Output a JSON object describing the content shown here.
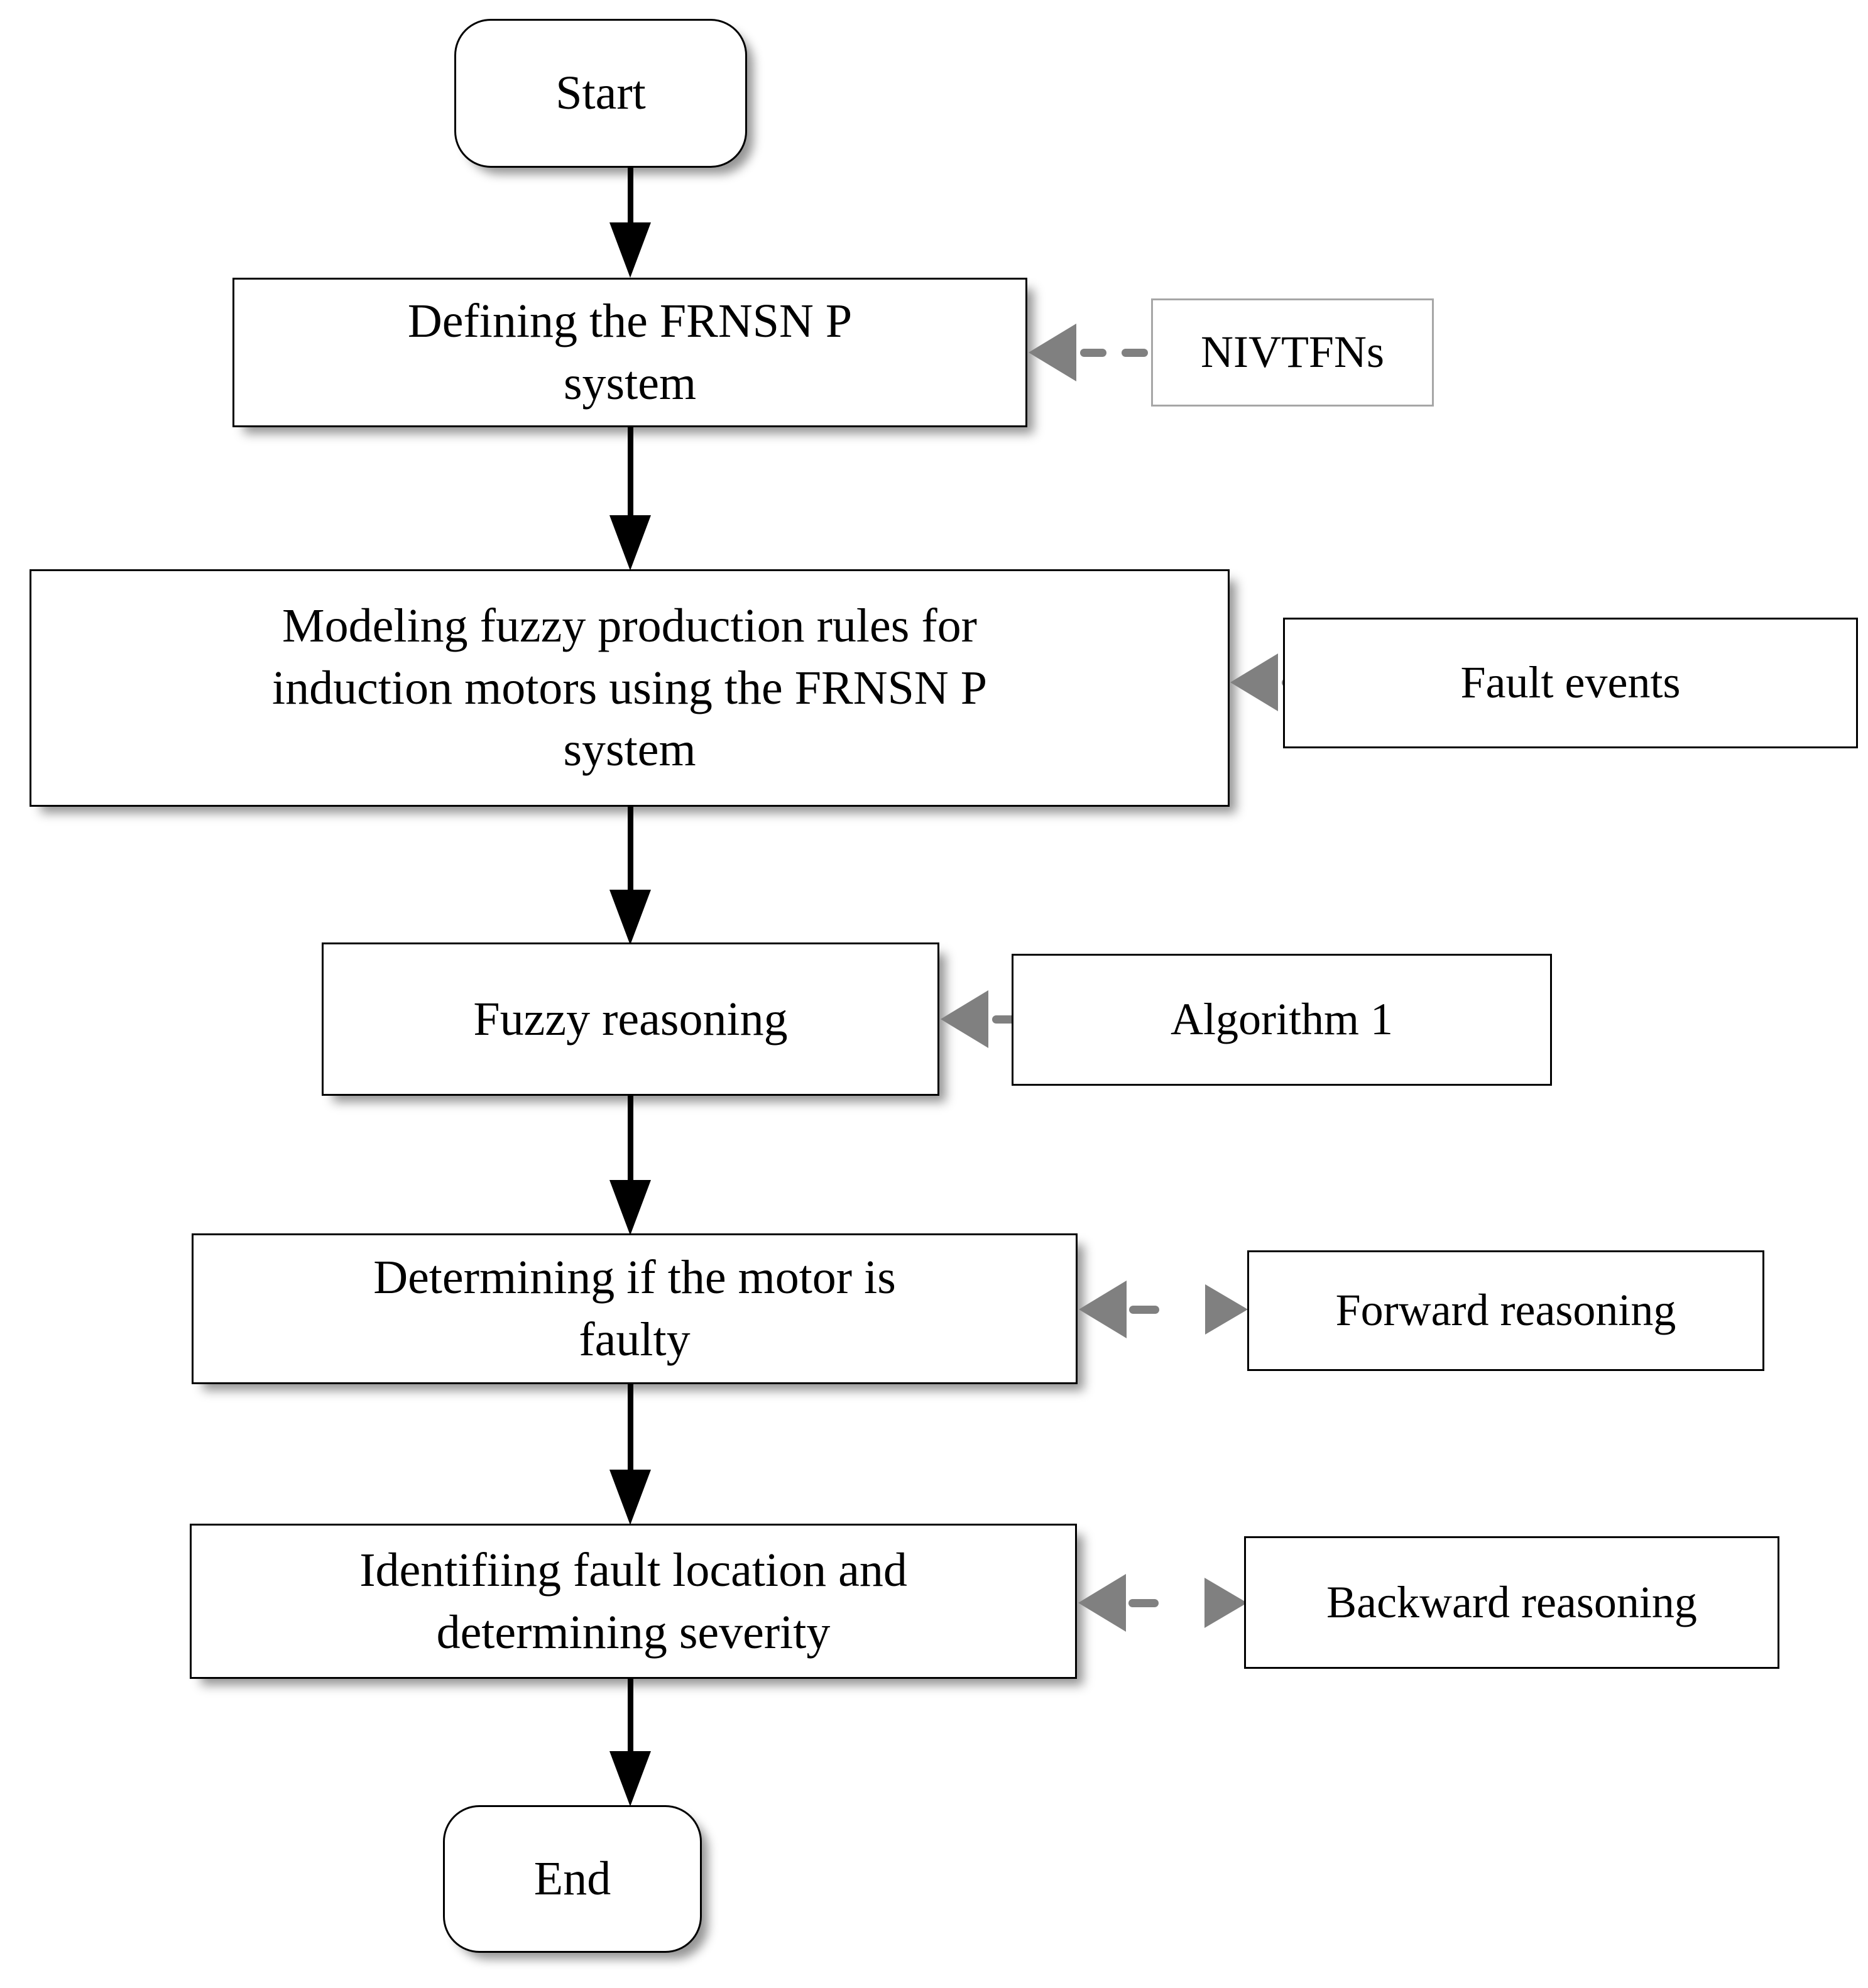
{
  "diagram": {
    "title": "FRNSN P system fault diagnosis flowchart",
    "colors": {
      "node_border": "#000000",
      "light_node_border": "#a6a6a6",
      "node_fill": "#ffffff",
      "main_arrow": "#000000",
      "side_arrow": "#808080",
      "background": "#ffffff"
    },
    "nodes": [
      {
        "id": "start",
        "shape": "terminator",
        "label": "Start"
      },
      {
        "id": "defining",
        "shape": "process",
        "label": "Defining the FRNSN P\nsystem"
      },
      {
        "id": "modeling",
        "shape": "process",
        "label": "Modeling fuzzy production rules for\ninduction motors using the FRNSN P\nsystem"
      },
      {
        "id": "fuzzy-reasoning",
        "shape": "process",
        "label": "Fuzzy reasoning"
      },
      {
        "id": "determining",
        "shape": "process",
        "label": "Determining if the motor is\nfaulty"
      },
      {
        "id": "identifying",
        "shape": "process",
        "label": "Identifiing fault location and\ndetermining severity"
      },
      {
        "id": "end",
        "shape": "terminator",
        "label": "End"
      }
    ],
    "annotations": [
      {
        "id": "nivtfns",
        "label": "NIVTFNs",
        "border": "light",
        "arrow": "single-left",
        "attached_to": "defining"
      },
      {
        "id": "fault-events",
        "label": "Fault events",
        "border": "dark",
        "arrow": "single-left",
        "attached_to": "modeling"
      },
      {
        "id": "algorithm-1",
        "label": "Algorithm 1",
        "border": "dark",
        "arrow": "single-left",
        "attached_to": "fuzzy-reasoning"
      },
      {
        "id": "forward-reasoning",
        "label": "Forward reasoning",
        "border": "dark",
        "arrow": "double",
        "attached_to": "determining"
      },
      {
        "id": "backward-reasoning",
        "label": "Backward reasoning",
        "border": "dark",
        "arrow": "double",
        "attached_to": "identifying"
      }
    ],
    "flow_edges": [
      {
        "from": "start",
        "to": "defining"
      },
      {
        "from": "defining",
        "to": "modeling"
      },
      {
        "from": "modeling",
        "to": "fuzzy-reasoning"
      },
      {
        "from": "fuzzy-reasoning",
        "to": "determining"
      },
      {
        "from": "determining",
        "to": "identifying"
      },
      {
        "from": "identifying",
        "to": "end"
      }
    ]
  }
}
